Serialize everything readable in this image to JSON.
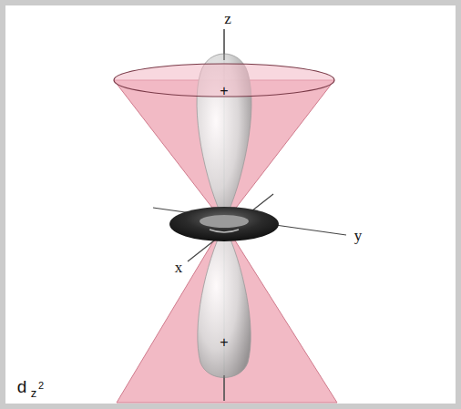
{
  "diagram": {
    "labels": [
      "z",
      "+",
      "x",
      "y",
      "+",
      "d",
      "z",
      "2"
    ]
  }
}
